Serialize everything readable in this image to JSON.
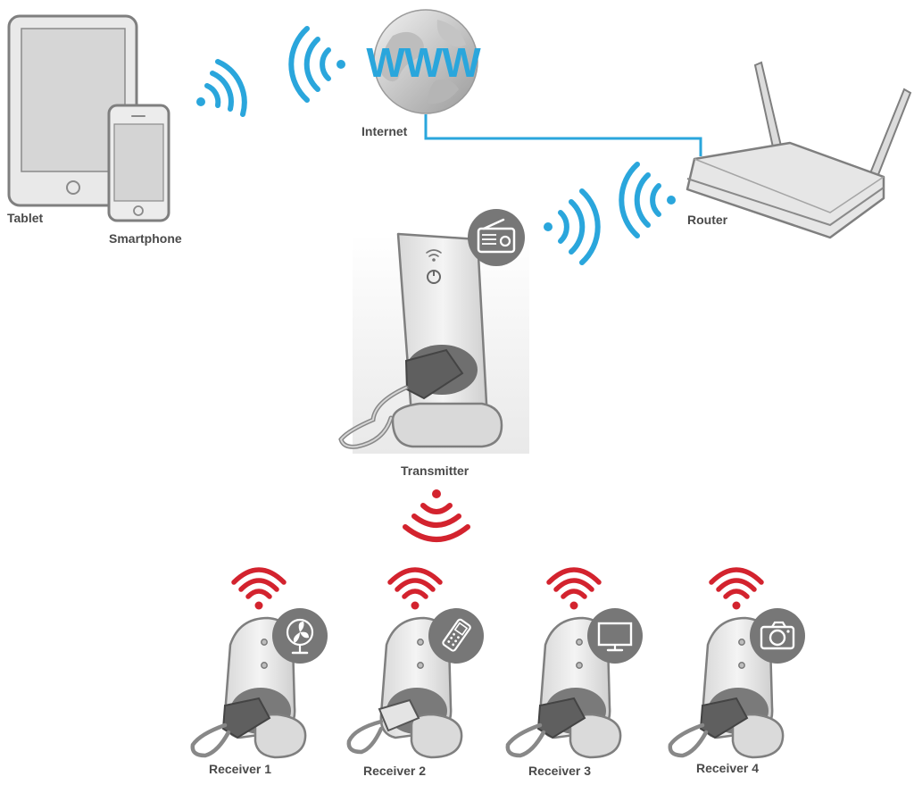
{
  "colors": {
    "wifi_blue": "#2aa6dc",
    "rf_red": "#d3232e",
    "device_stroke": "#7f7f7f",
    "device_fill": "#e4e4e4",
    "label_text": "#4a4a4a",
    "badge_fill": "#777777"
  },
  "labels": {
    "tablet": "Tablet",
    "smartphone": "Smartphone",
    "internet": "Internet",
    "globe_text": "WWW",
    "router": "Router",
    "transmitter": "Transmitter"
  },
  "receivers": [
    {
      "label": "Receiver 1",
      "icon": "fan-icon"
    },
    {
      "label": "Receiver 2",
      "icon": "phone-charger-icon"
    },
    {
      "label": "Receiver 3",
      "icon": "tv-icon"
    },
    {
      "label": "Receiver 4",
      "icon": "camera-icon"
    }
  ],
  "transmitter_icon": "radio-icon"
}
